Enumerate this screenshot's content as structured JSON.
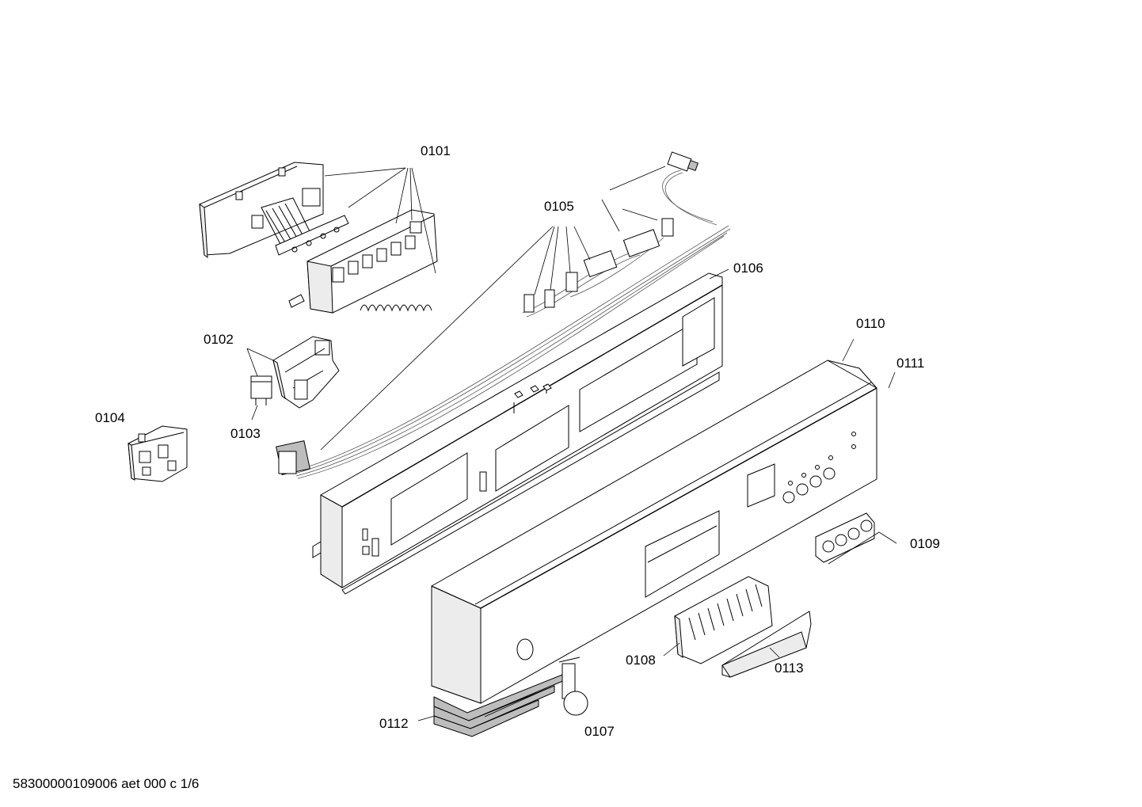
{
  "diagram": {
    "title": "",
    "callouts": [
      {
        "id": "c0101",
        "text": "0101"
      },
      {
        "id": "c0102",
        "text": "0102"
      },
      {
        "id": "c0103",
        "text": "0103"
      },
      {
        "id": "c0104",
        "text": "0104"
      },
      {
        "id": "c0105",
        "text": "0105"
      },
      {
        "id": "c0106",
        "text": "0106"
      },
      {
        "id": "c0107",
        "text": "0107"
      },
      {
        "id": "c0108",
        "text": "0108"
      },
      {
        "id": "c0109",
        "text": "0109"
      },
      {
        "id": "c0110",
        "text": "0110"
      },
      {
        "id": "c0111",
        "text": "0111"
      },
      {
        "id": "c0112",
        "text": "0112"
      },
      {
        "id": "c0113",
        "text": "0113"
      }
    ]
  },
  "footer": {
    "text": "58300000109006 aet 000 c 1/6"
  }
}
